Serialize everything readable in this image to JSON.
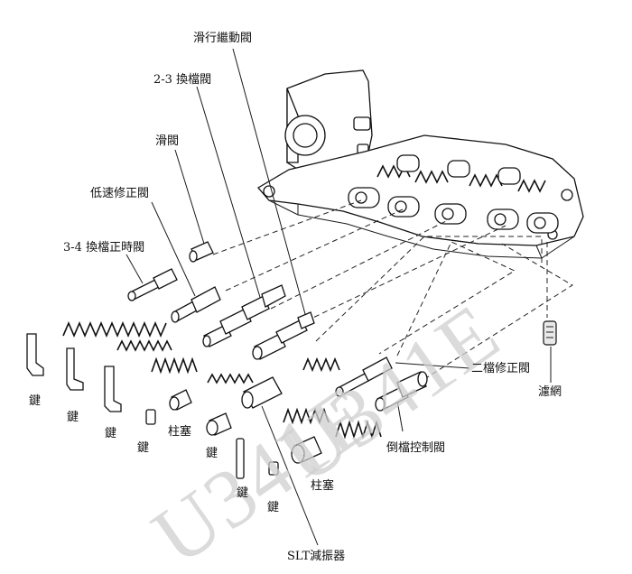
{
  "labels": {
    "slide_shift_valve": "滑行繼動閥",
    "shift_valve_2_3": "2-3 換檔閥",
    "slide_valve": "滑閥",
    "low_speed_modifier": "低速修正閥",
    "timing_valve_3_4": "3-4 換檔正時閥",
    "second_modifier": "二檔修正閥",
    "strainer": "濾網",
    "reverse_control": "倒檔控制閥",
    "plunger_1": "柱塞",
    "plunger_2": "柱塞",
    "key_1": "鍵",
    "key_2": "鍵",
    "key_3": "鍵",
    "key_4": "鍵",
    "key_5": "鍵",
    "key_6": "鍵",
    "key_7": "鍵",
    "slt_damper": "SLT減振器"
  },
  "watermarks": [
    "U341E",
    "U341E"
  ]
}
